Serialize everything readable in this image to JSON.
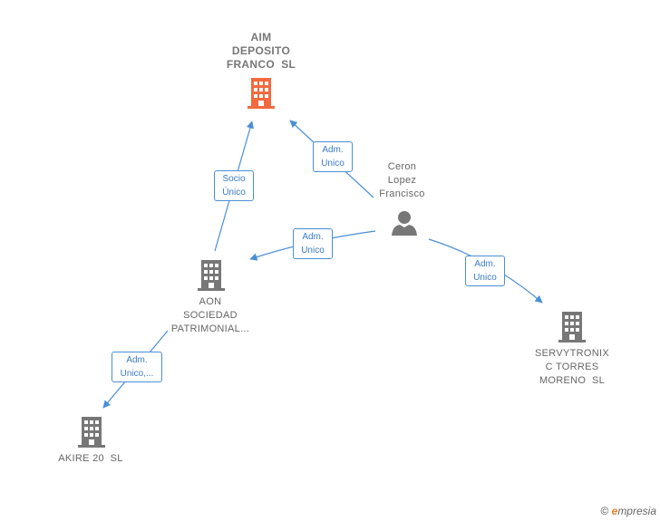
{
  "nodes": {
    "aim": {
      "lines": [
        "AIM",
        "DEPOSITO",
        "FRANCO  SL"
      ],
      "color": "#f26a3d"
    },
    "ceron": {
      "lines": [
        "Ceron",
        "Lopez",
        "Francisco"
      ]
    },
    "aon": {
      "lines": [
        "AON",
        "SOCIEDAD",
        "PATRIMONIAL..."
      ]
    },
    "servytronix": {
      "lines": [
        "SERVYTRONIX",
        "C TORRES",
        "MORENO  SL"
      ]
    },
    "akire": {
      "lines": [
        "AKIRE 20  SL"
      ]
    }
  },
  "edges": {
    "socio": [
      "Socio",
      "Único"
    ],
    "ceron_aim": [
      "Adm.",
      "Unico"
    ],
    "ceron_aon": [
      "Adm.",
      "Unico"
    ],
    "ceron_servy": [
      "Adm.",
      "Unico"
    ],
    "aon_akire": [
      "Adm.",
      "Unico,..."
    ]
  },
  "colors": {
    "company": "#777777",
    "person": "#777777",
    "edge": "#4a8fd6"
  },
  "footer": {
    "copyright": "©",
    "brand_e": "e",
    "brand_rest": "mpresia"
  }
}
